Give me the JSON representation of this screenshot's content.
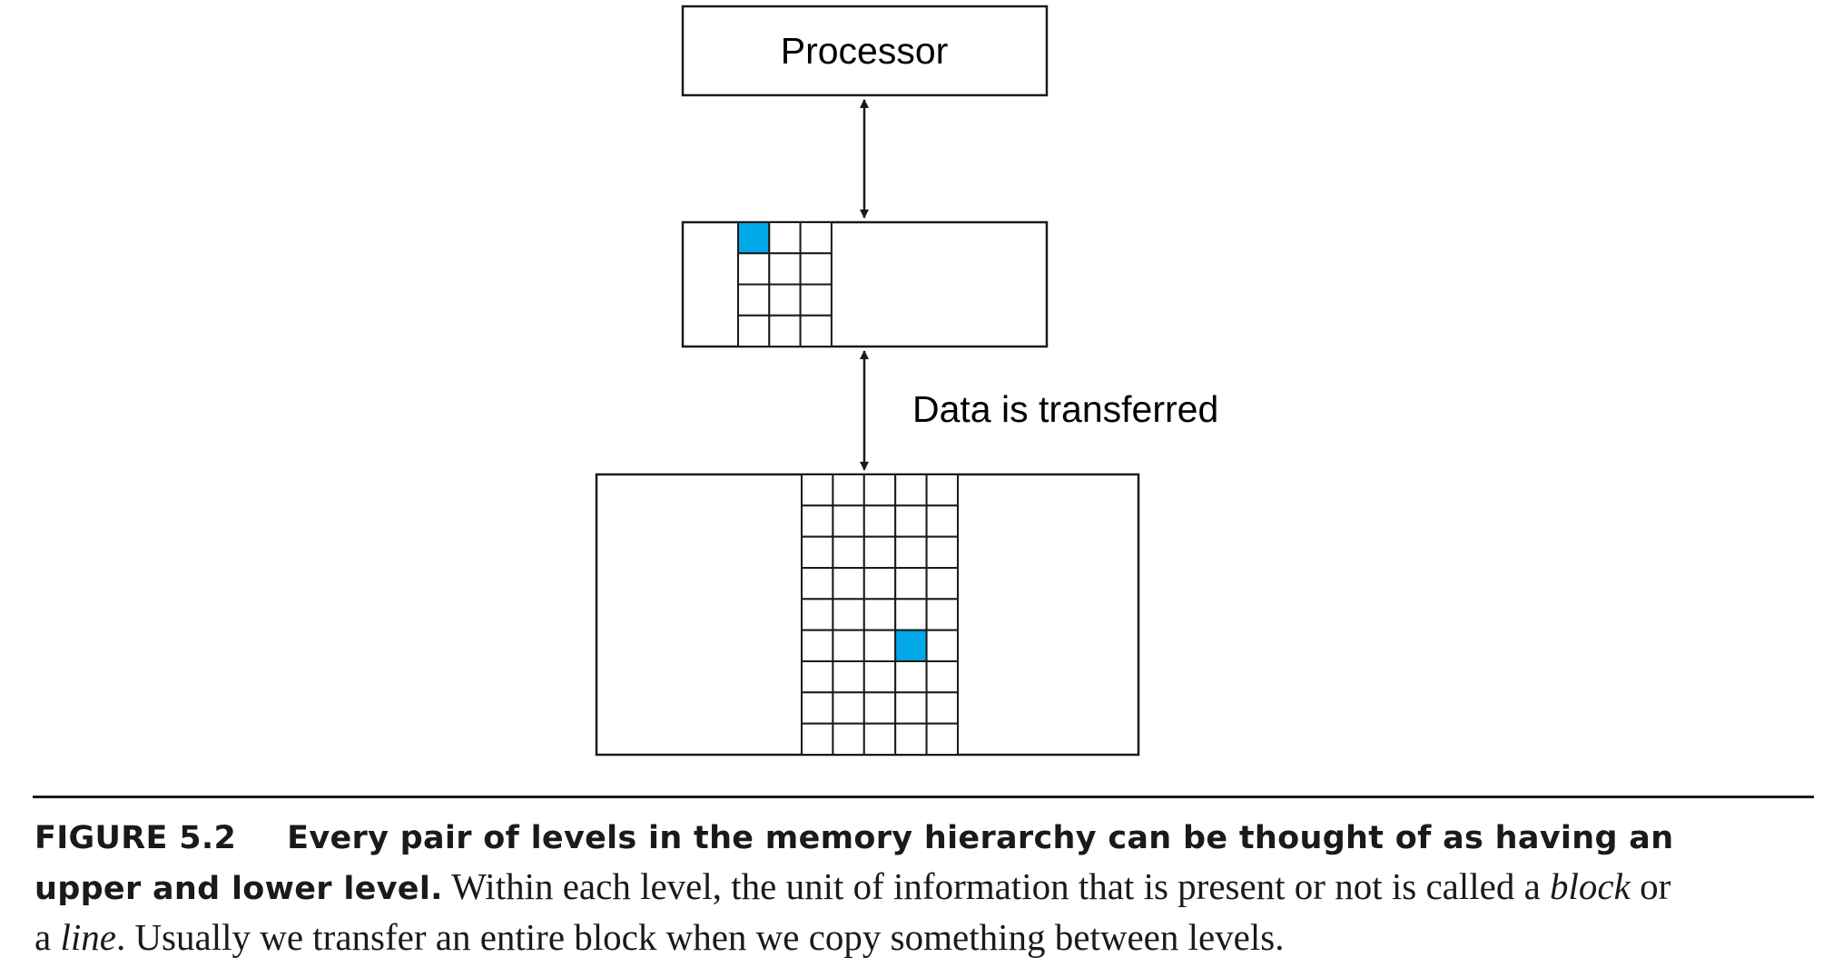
{
  "diagram": {
    "processor_label": "Processor",
    "transfer_label": "Data is transferred",
    "highlight_color": "#00a8e8",
    "upper_level": {
      "grid_columns": 3,
      "grid_rows": 4,
      "highlighted_cell": [
        0,
        0
      ]
    },
    "lower_level": {
      "grid_columns": 5,
      "grid_rows": 9,
      "highlighted_cell": [
        3,
        5
      ]
    }
  },
  "caption": {
    "figure_label": "FIGURE 5.2",
    "title_part1": "Every pair of levels in the memory hierarchy can be thought of as having an",
    "title_part2": "upper and lower level.",
    "body_part1": " Within each level, the unit of information that is present or not is called a ",
    "term_block": "block",
    "body_part2": " or",
    "body_part3": "a ",
    "term_line": "line",
    "body_part4": ". Usually we transfer an entire block when we copy something between levels."
  }
}
